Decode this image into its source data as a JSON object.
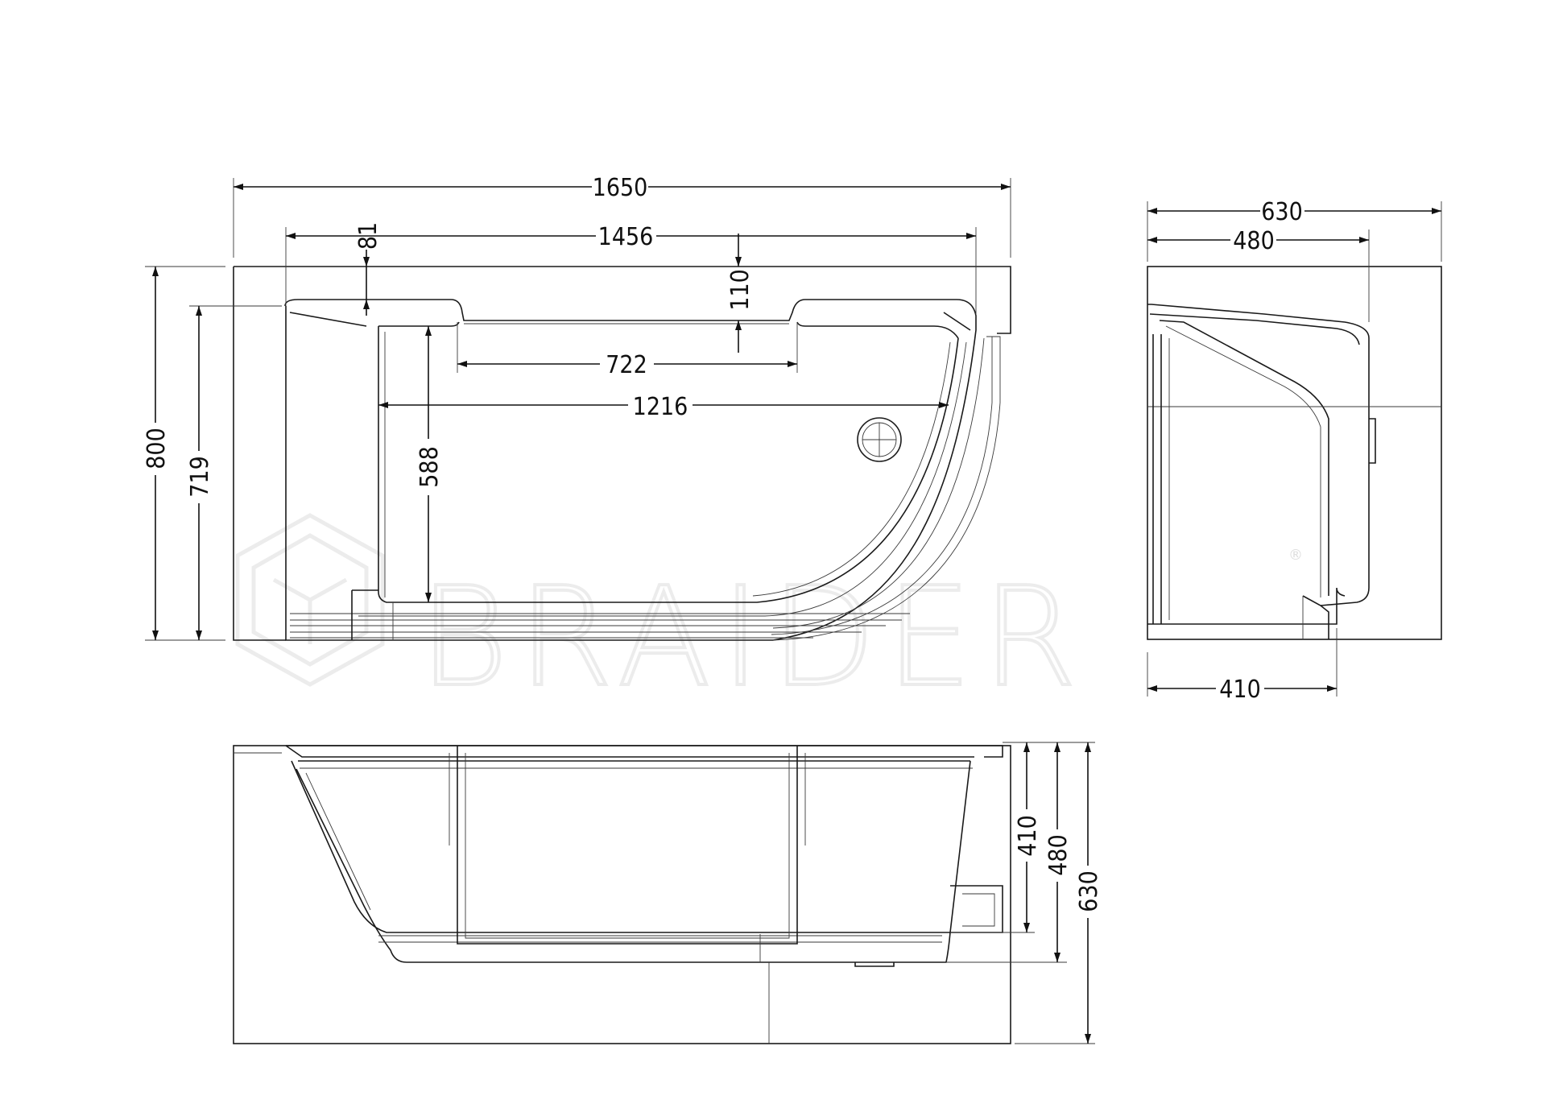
{
  "watermark": {
    "brand": "BRAIDER",
    "mark": "®"
  },
  "top_view": {
    "dims": {
      "overall_length": "1650",
      "inner_length": "1456",
      "rim_offset": "81",
      "rim_depth": "110",
      "seat_width": "722",
      "floor_length": "1216",
      "overall_width": "800",
      "inner_width": "719",
      "floor_width": "588"
    }
  },
  "end_view": {
    "dims": {
      "overall_height": "630",
      "rim_height": "480",
      "base_height": "410"
    }
  },
  "front_view": {
    "dims": {
      "h410": "410",
      "h480": "480",
      "h630": "630"
    }
  }
}
